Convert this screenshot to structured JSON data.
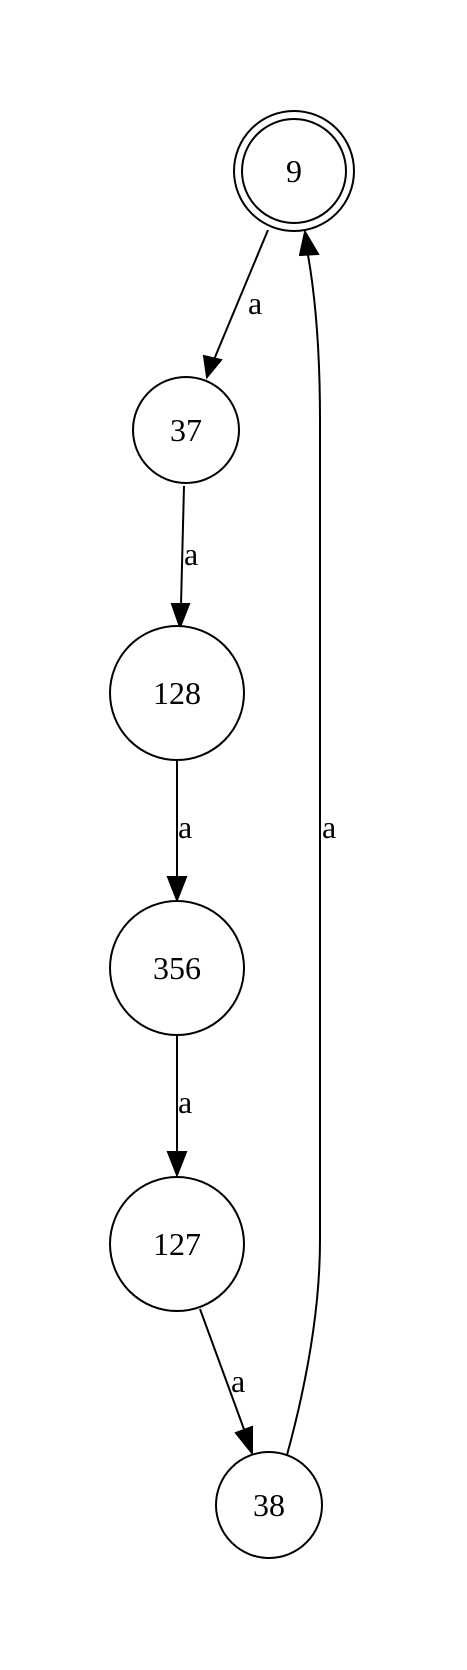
{
  "diagram": {
    "nodes": [
      {
        "id": "n9",
        "label": "9",
        "accepting": true
      },
      {
        "id": "n37",
        "label": "37",
        "accepting": false
      },
      {
        "id": "n128",
        "label": "128",
        "accepting": false
      },
      {
        "id": "n356",
        "label": "356",
        "accepting": false
      },
      {
        "id": "n127",
        "label": "127",
        "accepting": false
      },
      {
        "id": "n38",
        "label": "38",
        "accepting": false
      }
    ],
    "edges": [
      {
        "from": "9",
        "to": "37",
        "label": "a"
      },
      {
        "from": "37",
        "to": "128",
        "label": "a"
      },
      {
        "from": "128",
        "to": "356",
        "label": "a"
      },
      {
        "from": "356",
        "to": "127",
        "label": "a"
      },
      {
        "from": "127",
        "to": "38",
        "label": "a"
      },
      {
        "from": "38",
        "to": "9",
        "label": "a"
      }
    ],
    "colors": {
      "stroke": "#000000",
      "fill": "#ffffff",
      "background": "#ffffff"
    }
  }
}
